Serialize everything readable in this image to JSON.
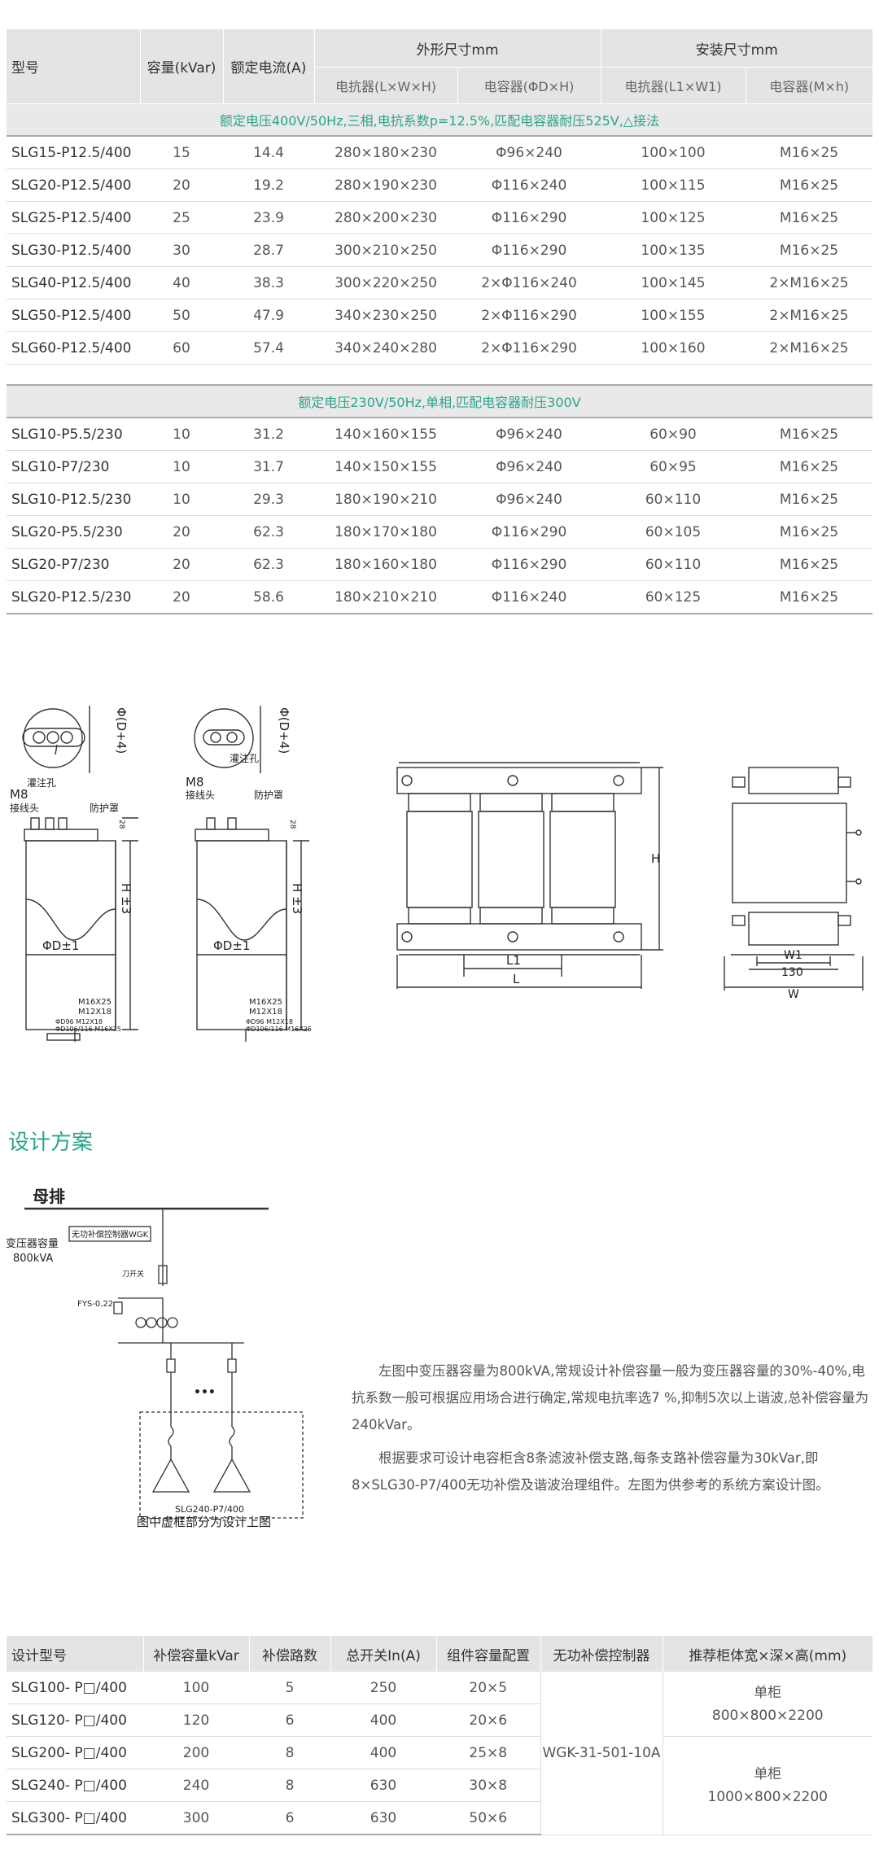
{
  "spec_table": {
    "headers": {
      "model": "型号",
      "capacity": "容量(kVar)",
      "current": "额定电流(A)",
      "dimensions": "外形尺寸mm",
      "install": "安装尺寸mm",
      "reactor_lwh": "电抗器(L×W×H)",
      "capacitor_dh": "电容器(ΦD×H)",
      "reactor_l1w1": "电抗器(L1×W1)",
      "capacitor_mh": "电容器(M×h)"
    },
    "groups": [
      {
        "title": "额定电压400V/50Hz,三相,电抗系数p=12.5%,匹配电容器耐压525V,△接法",
        "rows": [
          {
            "model": "SLG15-P12.5/400",
            "cap": "15",
            "cur": "14.4",
            "rdim": "280×180×230",
            "cdim": "Φ96×240",
            "rinst": "100×100",
            "cinst": "M16×25"
          },
          {
            "model": "SLG20-P12.5/400",
            "cap": "20",
            "cur": "19.2",
            "rdim": "280×190×230",
            "cdim": "Φ116×240",
            "rinst": "100×115",
            "cinst": "M16×25"
          },
          {
            "model": "SLG25-P12.5/400",
            "cap": "25",
            "cur": "23.9",
            "rdim": "280×200×230",
            "cdim": "Φ116×290",
            "rinst": "100×125",
            "cinst": "M16×25"
          },
          {
            "model": "SLG30-P12.5/400",
            "cap": "30",
            "cur": "28.7",
            "rdim": "300×210×250",
            "cdim": "Φ116×290",
            "rinst": "100×135",
            "cinst": "M16×25"
          },
          {
            "model": "SLG40-P12.5/400",
            "cap": "40",
            "cur": "38.3",
            "rdim": "300×220×250",
            "cdim": "2×Φ116×240",
            "rinst": "100×145",
            "cinst": "2×M16×25"
          },
          {
            "model": "SLG50-P12.5/400",
            "cap": "50",
            "cur": "47.9",
            "rdim": "340×230×250",
            "cdim": "2×Φ116×290",
            "rinst": "100×155",
            "cinst": "2×M16×25"
          },
          {
            "model": "SLG60-P12.5/400",
            "cap": "60",
            "cur": "57.4",
            "rdim": "340×240×280",
            "cdim": "2×Φ116×290",
            "rinst": "100×160",
            "cinst": "2×M16×25"
          }
        ]
      },
      {
        "title": "额定电压230V/50Hz,单相,匹配电容器耐压300V",
        "rows": [
          {
            "model": "SLG10-P5.5/230",
            "cap": "10",
            "cur": "31.2",
            "rdim": "140×160×155",
            "cdim": "Φ96×240",
            "rinst": "60×90",
            "cinst": "M16×25"
          },
          {
            "model": "SLG10-P7/230",
            "cap": "10",
            "cur": "31.7",
            "rdim": "140×150×155",
            "cdim": "Φ96×240",
            "rinst": "60×95",
            "cinst": "M16×25"
          },
          {
            "model": "SLG10-P12.5/230",
            "cap": "10",
            "cur": "29.3",
            "rdim": "180×190×210",
            "cdim": "Φ96×240",
            "rinst": "60×110",
            "cinst": "M16×25"
          },
          {
            "model": "SLG20-P5.5/230",
            "cap": "20",
            "cur": "62.3",
            "rdim": "180×170×180",
            "cdim": "Φ116×290",
            "rinst": "60×105",
            "cinst": "M16×25"
          },
          {
            "model": "SLG20-P7/230",
            "cap": "20",
            "cur": "62.3",
            "rdim": "180×160×180",
            "cdim": "Φ116×290",
            "rinst": "60×110",
            "cinst": "M16×25"
          },
          {
            "model": "SLG20-P12.5/230",
            "cap": "20",
            "cur": "58.6",
            "rdim": "180×210×210",
            "cdim": "Φ116×240",
            "rinst": "60×125",
            "cinst": "M16×25"
          }
        ]
      }
    ]
  },
  "drawings": {
    "capacitor_labels": {
      "m8": "M8",
      "terminal": "接线头",
      "guard": "防护罩",
      "fill_hole": "灌注孔",
      "diameter_plus": "Φ(D+4)",
      "height": "H ±3",
      "diameter": "ΦD±1",
      "dim28": "28",
      "m16": "M16X25",
      "m12": "M12X18",
      "d96": "ΦD96 M12X18",
      "d106": "ΦD106/116 M16X25"
    },
    "reactor_labels": {
      "h": "H",
      "l1": "L1",
      "l": "L",
      "w1": "W1",
      "d130": "130",
      "w": "W"
    }
  },
  "design_section": {
    "title": "设计方案",
    "busbar": "母排",
    "transformer": "变压器容量",
    "transformer_kva": "800kVA",
    "controller_box": "无功补偿控制器WGK",
    "knife_switch": "刀开关",
    "fys": "FYS-0.22",
    "ellipsis": "•••",
    "unit_model": "SLG240-P7/400",
    "caption": "图中虚框部分为设计上图",
    "paragraphs": [
      "左图中变压器容量为800kVA,常规设计补偿容量一般为变压器容量的30%-40%,电抗系数一般可根据应用场合进行确定,常规电抗率选7 %,抑制5次以上谐波,总补偿容量为240kVar。",
      "根据要求可设计电容柜含8条滤波补偿支路,每条支路补偿容量为30kVar,即8×SLG30-P7/400无功补偿及谐波治理组件。左图为供参考的系统方案设计图。"
    ]
  },
  "design_table": {
    "headers": [
      "设计型号",
      "补偿容量kVar",
      "补偿路数",
      "总开关In(A)",
      "组件容量配置",
      "无功补偿控制器",
      "推荐柜体宽×深×高(mm)"
    ],
    "rows": [
      {
        "model": "SLG100- P□/400",
        "cap": "100",
        "n": "5",
        "sw": "250",
        "cfg": "20×5"
      },
      {
        "model": "SLG120- P□/400",
        "cap": "120",
        "n": "6",
        "sw": "400",
        "cfg": "20×6"
      },
      {
        "model": "SLG200- P□/400",
        "cap": "200",
        "n": "8",
        "sw": "400",
        "cfg": "25×8"
      },
      {
        "model": "SLG240- P□/400",
        "cap": "240",
        "n": "8",
        "sw": "630",
        "cfg": "30×8"
      },
      {
        "model": "SLG300- P□/400",
        "cap": "300",
        "n": "6",
        "sw": "630",
        "cfg": "50×6"
      }
    ],
    "controller": "WGK-31-501-10A",
    "cabinet1_type": "单柜",
    "cabinet1_size": "800×800×2200",
    "cabinet2_type": "单柜",
    "cabinet2_size": "1000×800×2200"
  }
}
